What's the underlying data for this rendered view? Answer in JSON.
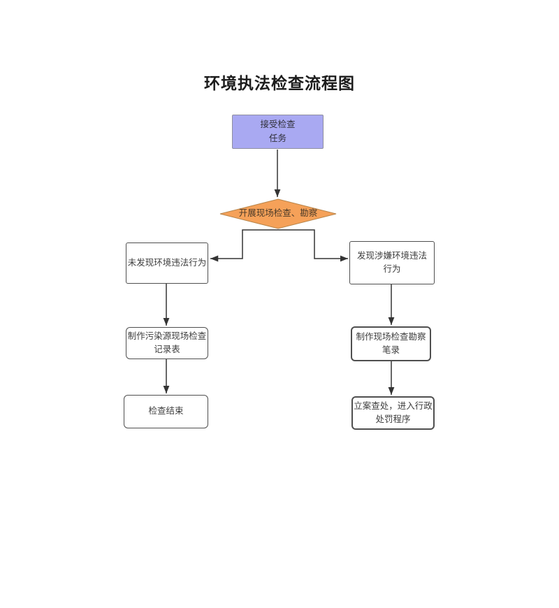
{
  "page": {
    "title": "环境执法检查流程图"
  },
  "colors": {
    "start_fill": "#a9a9f2",
    "decision_fill": "#f5a159",
    "decision_border": "#b9854a"
  },
  "nodes": {
    "start": {
      "label": "接受检查\n任务"
    },
    "decision": {
      "label": "开展现场检查、勘察"
    },
    "no_violation": {
      "label": "未发现环境违法行为"
    },
    "pollution_record": {
      "label": "制作污染源现场检查\n记录表"
    },
    "inspection_end": {
      "label": "检查结束"
    },
    "violation_found": {
      "label": "发现涉嫌环境违法\n行为"
    },
    "survey_record": {
      "label": "制作现场检查勘察\n笔录"
    },
    "case_filing": {
      "label": "立案查处，进入行政\n处罚程序"
    }
  }
}
